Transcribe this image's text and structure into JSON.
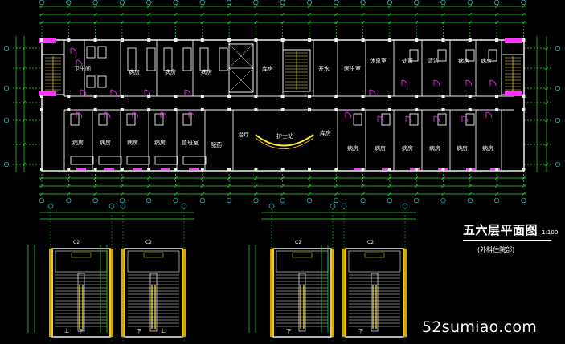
{
  "drawing": {
    "title": "五六层平面图",
    "scale": "1:100",
    "subtitle": "(外科住院部)",
    "watermark": "52sumiao.com"
  },
  "rooms": {
    "ward": "病房",
    "nurse_station": "护士站",
    "treatment": "治疗",
    "dispensary": "配药",
    "duty": "值班室",
    "lounge": "休息室",
    "disposal": "处置",
    "office": "医生室",
    "water": "开水",
    "cleaning": "清洁",
    "storage": "库房",
    "toilet": "卫生间"
  },
  "stairs": {
    "label": "C2",
    "up": "上",
    "down": "下",
    "up_long": "上",
    "down_long": "下"
  },
  "colors": {
    "background": "#000000",
    "wall": "#f0f0f0",
    "axis": "#2ec8c8",
    "dimension": "#33dd33",
    "door": "#ff33ff",
    "stair": "#ffee33",
    "hatch": "#ffcc00"
  }
}
